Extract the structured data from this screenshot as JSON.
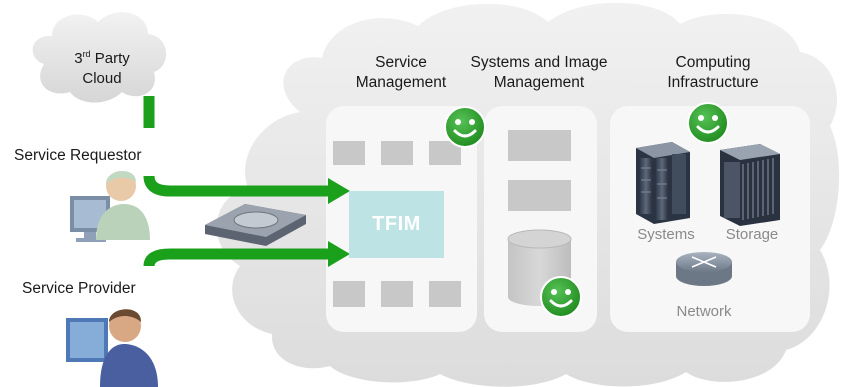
{
  "third_party_cloud": {
    "line1_prefix": "3",
    "line1_sup": "rd",
    "line1_suffix": " Party",
    "line2": "Cloud"
  },
  "actors": {
    "requestor": "Service Requestor",
    "provider": "Service Provider"
  },
  "columns": {
    "service_management": {
      "line1": "Service",
      "line2": "Management"
    },
    "systems_image_management": {
      "line1": "Systems and Image",
      "line2": "Management"
    },
    "computing_infrastructure": {
      "line1": "Computing",
      "line2": "Infrastructure"
    }
  },
  "tfim_label": "TFIM",
  "resources": {
    "systems": "Systems",
    "storage": "Storage",
    "network": "Network"
  },
  "colors": {
    "arrow_green": "#1aa01a",
    "smiley_green": "#2d9a2d",
    "cloud_fill": "#e8e8e8",
    "panel_fill": "#f7f7f7",
    "block_fill": "#c8c8c8",
    "tfim_fill": "#bde3e4"
  }
}
